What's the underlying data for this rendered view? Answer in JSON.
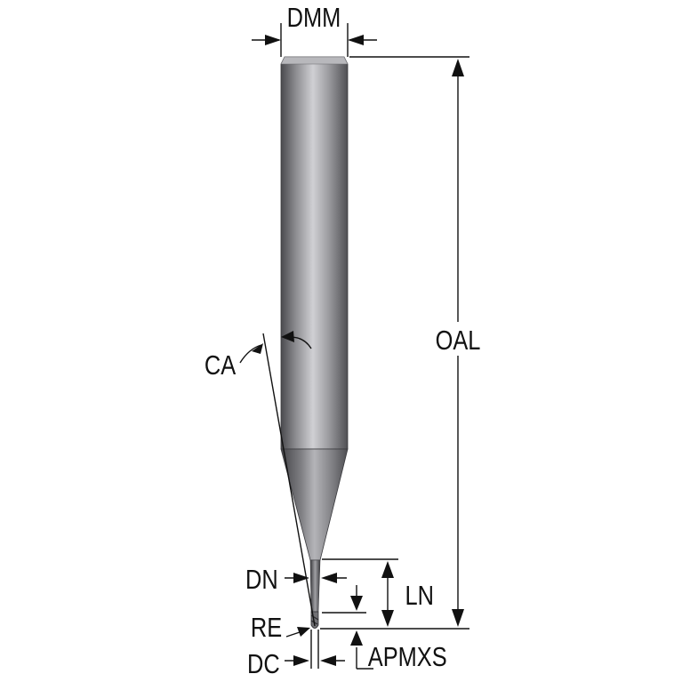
{
  "diagram": {
    "labels": {
      "dmm": "DMM",
      "oal": "OAL",
      "ca": "CA",
      "dn": "DN",
      "ln": "LN",
      "re": "RE",
      "dc": "DC",
      "apmxs": "APMXS"
    },
    "colors": {
      "tool_dark": "#4a4a4e",
      "tool_mid": "#8c8c90",
      "tool_light": "#d0d0d4",
      "dimension_lines": "#111111",
      "background": "#ffffff"
    }
  }
}
